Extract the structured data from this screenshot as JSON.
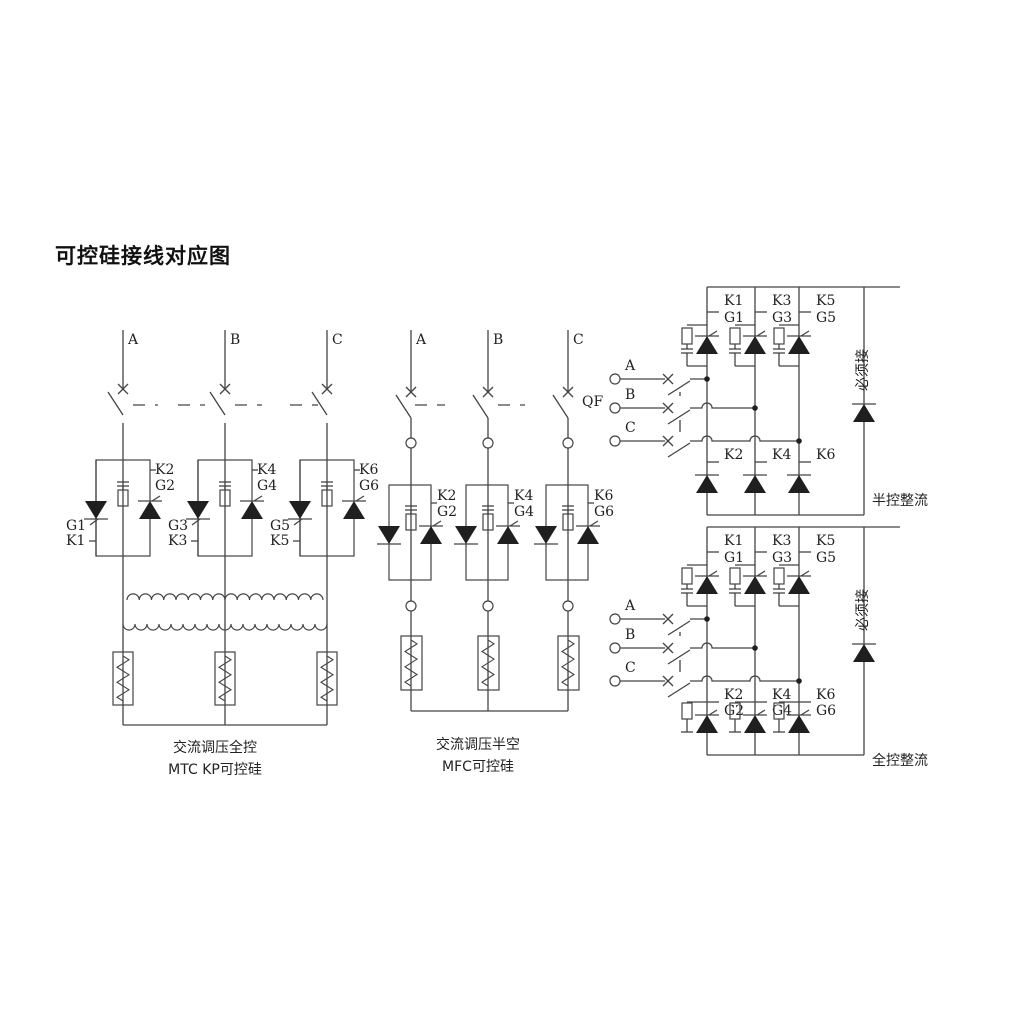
{
  "title": "可控硅接线对应图",
  "ac_full": {
    "phases": [
      "A",
      "B",
      "C"
    ],
    "left_labels": [
      [
        "G1",
        "K1"
      ],
      [
        "G3",
        "K3"
      ],
      [
        "G5",
        "K5"
      ]
    ],
    "right_labels": [
      [
        "K2",
        "G2"
      ],
      [
        "K4",
        "G4"
      ],
      [
        "K6",
        "G6"
      ]
    ],
    "caption": [
      "交流调压全控",
      "MTC KP可控硅"
    ]
  },
  "ac_half": {
    "phases": [
      "A",
      "B",
      "C"
    ],
    "breaker_label": "QF",
    "right_labels": [
      [
        "K2",
        "G2"
      ],
      [
        "K4",
        "G4"
      ],
      [
        "K6",
        "G6"
      ]
    ],
    "caption": [
      "交流调压半空",
      "MFC可控硅"
    ]
  },
  "bridge_half": {
    "inputs": [
      "A",
      "B",
      "C"
    ],
    "top_labels": [
      [
        "K1",
        "G1"
      ],
      [
        "K3",
        "G3"
      ],
      [
        "K5",
        "G5"
      ]
    ],
    "bottom_labels": [
      [
        "K2"
      ],
      [
        "K4"
      ],
      [
        "K6"
      ]
    ],
    "note": "必须接",
    "caption": "半控整流"
  },
  "bridge_full": {
    "inputs": [
      "A",
      "B",
      "C"
    ],
    "top_labels": [
      [
        "K1",
        "G1"
      ],
      [
        "K3",
        "G3"
      ],
      [
        "K5",
        "G5"
      ]
    ],
    "bottom_labels": [
      [
        "K2",
        "G2"
      ],
      [
        "K4",
        "G4"
      ],
      [
        "K6",
        "G6"
      ]
    ],
    "note": "必须接",
    "caption": "全控整流"
  },
  "colors": {
    "line": "#444444",
    "fill": "#1f1f1f"
  }
}
